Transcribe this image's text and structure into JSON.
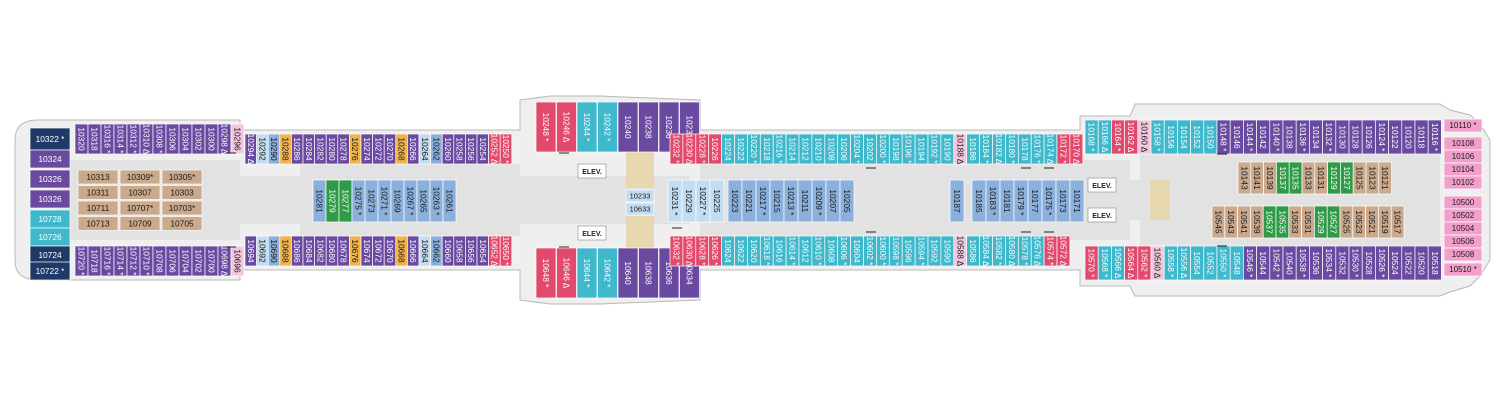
{
  "colors": {
    "purple": "#6a4aa0",
    "teal": "#3fb8cc",
    "lightblue": "#8bb0dc",
    "paleblue": "#c4dcf0",
    "pink": "#e24a6d",
    "palepink": "#f2c7de",
    "orange": "#f2b24a",
    "tan": "#caa98c",
    "green": "#2f9a48",
    "navy": "#1f3a66",
    "hull": "#efefef",
    "corridor": "#e2e2e2",
    "bow": "#f2a0cb"
  },
  "labels": {
    "elevator": "ELEV."
  },
  "rooms": {
    "top_aft": [
      {
        "t": "10320",
        "c": "purple"
      },
      {
        "t": "10318",
        "c": "purple"
      },
      {
        "t": "10316 *",
        "c": "purple"
      },
      {
        "t": "10314 *",
        "c": "purple"
      },
      {
        "t": "10312 *",
        "c": "purple"
      },
      {
        "t": "10310 Δ",
        "c": "purple"
      },
      {
        "t": "10308 *",
        "c": "purple"
      },
      {
        "t": "10306",
        "c": "purple"
      },
      {
        "t": "10304",
        "c": "purple"
      },
      {
        "t": "10302",
        "c": "purple"
      },
      {
        "t": "10300",
        "c": "purple"
      },
      {
        "t": "10298 Δ",
        "c": "purple"
      },
      {
        "t": "10296",
        "c": "palepink"
      }
    ],
    "top_aft_inner": [
      {
        "t": "10294 Δ",
        "c": "purple"
      },
      {
        "t": "10292",
        "c": "paleblue"
      },
      {
        "t": "10290",
        "c": "lightblue"
      },
      {
        "t": "10288",
        "c": "orange"
      },
      {
        "t": "10286",
        "c": "purple"
      },
      {
        "t": "10284",
        "c": "purple"
      },
      {
        "t": "10282",
        "c": "purple"
      },
      {
        "t": "10280",
        "c": "purple"
      },
      {
        "t": "10278",
        "c": "purple"
      },
      {
        "t": "10276",
        "c": "orange"
      },
      {
        "t": "10274",
        "c": "purple"
      },
      {
        "t": "10272",
        "c": "purple"
      },
      {
        "t": "10270",
        "c": "purple"
      },
      {
        "t": "10268",
        "c": "orange"
      },
      {
        "t": "10266",
        "c": "purple"
      },
      {
        "t": "10264",
        "c": "paleblue"
      },
      {
        "t": "10262",
        "c": "lightblue"
      },
      {
        "t": "10260",
        "c": "purple"
      },
      {
        "t": "10258",
        "c": "purple"
      },
      {
        "t": "10256",
        "c": "purple"
      },
      {
        "t": "10254",
        "c": "purple"
      },
      {
        "t": "10252 Δ",
        "c": "pink"
      },
      {
        "t": "10250 *",
        "c": "pink"
      }
    ],
    "top_mid_tower": [
      {
        "t": "10248 *",
        "c": "pink"
      },
      {
        "t": "10246 Δ",
        "c": "pink"
      },
      {
        "t": "10244 *",
        "c": "teal"
      },
      {
        "t": "10242 *",
        "c": "teal"
      },
      {
        "t": "10240",
        "c": "purple"
      },
      {
        "t": "10238",
        "c": "purple"
      },
      {
        "t": "10236",
        "c": "purple"
      },
      {
        "t": "10234",
        "c": "purple"
      }
    ],
    "top_fwd": [
      {
        "t": "10232 *",
        "c": "pink"
      },
      {
        "t": "10230 Δ",
        "c": "pink"
      },
      {
        "t": "10228 *",
        "c": "pink"
      },
      {
        "t": "10226",
        "c": "pink"
      },
      {
        "t": "10224",
        "c": "teal"
      },
      {
        "t": "10222",
        "c": "teal"
      },
      {
        "t": "10220 *",
        "c": "teal"
      },
      {
        "t": "10218",
        "c": "teal"
      },
      {
        "t": "10216 *",
        "c": "teal"
      },
      {
        "t": "10214",
        "c": "teal"
      },
      {
        "t": "10212",
        "c": "teal"
      },
      {
        "t": "10210",
        "c": "teal"
      },
      {
        "t": "10208",
        "c": "teal"
      },
      {
        "t": "10206",
        "c": "teal"
      },
      {
        "t": "10204 *",
        "c": "teal"
      },
      {
        "t": "10202",
        "c": "teal"
      },
      {
        "t": "10200 *",
        "c": "teal"
      },
      {
        "t": "10198",
        "c": "teal"
      },
      {
        "t": "10196 *",
        "c": "teal"
      },
      {
        "t": "10194",
        "c": "teal"
      },
      {
        "t": "10192 *",
        "c": "teal"
      },
      {
        "t": "10190",
        "c": "teal"
      },
      {
        "t": "10188 Δ",
        "c": "palepink"
      },
      {
        "t": "10186",
        "c": "teal"
      },
      {
        "t": "10184 *",
        "c": "teal"
      },
      {
        "t": "10182 Δ",
        "c": "teal"
      },
      {
        "t": "10180 *",
        "c": "teal"
      },
      {
        "t": "10178",
        "c": "teal"
      },
      {
        "t": "10176 *",
        "c": "teal"
      },
      {
        "t": "10174 Δ",
        "c": "teal"
      },
      {
        "t": "10172 *",
        "c": "pink"
      },
      {
        "t": "10170 Δ",
        "c": "pink"
      }
    ],
    "top_fwd_outer": [
      {
        "t": "10168 *",
        "c": "teal"
      },
      {
        "t": "10166 Δ",
        "c": "teal"
      },
      {
        "t": "10164 *",
        "c": "pink"
      },
      {
        "t": "10162 Δ",
        "c": "pink"
      },
      {
        "t": "10160 Δ",
        "c": "palepink"
      },
      {
        "t": "10158 *",
        "c": "teal"
      },
      {
        "t": "10156",
        "c": "teal"
      },
      {
        "t": "10154",
        "c": "teal"
      },
      {
        "t": "10152",
        "c": "teal"
      },
      {
        "t": "10150",
        "c": "teal"
      },
      {
        "t": "10148 *",
        "c": "purple"
      },
      {
        "t": "10146",
        "c": "purple"
      },
      {
        "t": "10144 *",
        "c": "purple"
      },
      {
        "t": "10142",
        "c": "purple"
      },
      {
        "t": "10140 *",
        "c": "purple"
      },
      {
        "t": "10138",
        "c": "purple"
      },
      {
        "t": "10136 *",
        "c": "purple"
      },
      {
        "t": "10134",
        "c": "purple"
      },
      {
        "t": "10132 *",
        "c": "purple"
      },
      {
        "t": "10130",
        "c": "purple"
      },
      {
        "t": "10128",
        "c": "purple"
      },
      {
        "t": "10126",
        "c": "purple"
      },
      {
        "t": "10124 *",
        "c": "purple"
      },
      {
        "t": "10122",
        "c": "purple"
      },
      {
        "t": "10120",
        "c": "purple"
      },
      {
        "t": "10118",
        "c": "purple"
      },
      {
        "t": "10116 *",
        "c": "purple"
      }
    ],
    "bot_aft": [
      {
        "t": "10720 *",
        "c": "purple"
      },
      {
        "t": "10718",
        "c": "purple"
      },
      {
        "t": "10716 *",
        "c": "purple"
      },
      {
        "t": "10714 *",
        "c": "purple"
      },
      {
        "t": "10712 *",
        "c": "purple"
      },
      {
        "t": "10710 *",
        "c": "purple"
      },
      {
        "t": "10708",
        "c": "purple"
      },
      {
        "t": "10706",
        "c": "purple"
      },
      {
        "t": "10704",
        "c": "purple"
      },
      {
        "t": "10702",
        "c": "purple"
      },
      {
        "t": "10700",
        "c": "purple"
      },
      {
        "t": "10698 Δ",
        "c": "purple"
      },
      {
        "t": "10696",
        "c": "palepink"
      }
    ],
    "bot_aft_inner": [
      {
        "t": "10694",
        "c": "purple"
      },
      {
        "t": "10692",
        "c": "paleblue"
      },
      {
        "t": "10690",
        "c": "lightblue"
      },
      {
        "t": "10688",
        "c": "orange"
      },
      {
        "t": "10686",
        "c": "purple"
      },
      {
        "t": "10684",
        "c": "purple"
      },
      {
        "t": "10682",
        "c": "purple"
      },
      {
        "t": "10680",
        "c": "purple"
      },
      {
        "t": "10678",
        "c": "purple"
      },
      {
        "t": "10676",
        "c": "orange"
      },
      {
        "t": "10674",
        "c": "purple"
      },
      {
        "t": "10672",
        "c": "purple"
      },
      {
        "t": "10670",
        "c": "purple"
      },
      {
        "t": "10668",
        "c": "orange"
      },
      {
        "t": "10666",
        "c": "purple"
      },
      {
        "t": "10664",
        "c": "paleblue"
      },
      {
        "t": "10662",
        "c": "lightblue"
      },
      {
        "t": "10660",
        "c": "purple"
      },
      {
        "t": "10658",
        "c": "purple"
      },
      {
        "t": "10656",
        "c": "purple"
      },
      {
        "t": "10654",
        "c": "purple"
      },
      {
        "t": "10652 Δ",
        "c": "pink"
      },
      {
        "t": "10650 *",
        "c": "pink"
      }
    ],
    "bot_mid_tower": [
      {
        "t": "10648 *",
        "c": "pink"
      },
      {
        "t": "10646 Δ",
        "c": "pink"
      },
      {
        "t": "10644 *",
        "c": "teal"
      },
      {
        "t": "10642 *",
        "c": "teal"
      },
      {
        "t": "10640",
        "c": "purple"
      },
      {
        "t": "10638",
        "c": "purple"
      },
      {
        "t": "10636",
        "c": "purple"
      },
      {
        "t": "10634",
        "c": "purple"
      }
    ],
    "bot_fwd": [
      {
        "t": "10632 *",
        "c": "pink"
      },
      {
        "t": "10630 Δ",
        "c": "pink"
      },
      {
        "t": "10628 *",
        "c": "pink"
      },
      {
        "t": "10626 *",
        "c": "pink"
      },
      {
        "t": "10624",
        "c": "teal"
      },
      {
        "t": "10622",
        "c": "teal"
      },
      {
        "t": "10620",
        "c": "teal"
      },
      {
        "t": "10618 *",
        "c": "teal"
      },
      {
        "t": "10616",
        "c": "teal"
      },
      {
        "t": "10614 *",
        "c": "teal"
      },
      {
        "t": "10612",
        "c": "teal"
      },
      {
        "t": "10610 *",
        "c": "teal"
      },
      {
        "t": "10608",
        "c": "teal"
      },
      {
        "t": "10606 *",
        "c": "teal"
      },
      {
        "t": "10604",
        "c": "teal"
      },
      {
        "t": "10602 *",
        "c": "teal"
      },
      {
        "t": "10600 *",
        "c": "teal"
      },
      {
        "t": "10598 *",
        "c": "teal"
      },
      {
        "t": "10596",
        "c": "teal"
      },
      {
        "t": "10594 *",
        "c": "teal"
      },
      {
        "t": "10592",
        "c": "teal"
      },
      {
        "t": "10590",
        "c": "teal"
      },
      {
        "t": "10588 Δ",
        "c": "palepink"
      },
      {
        "t": "10586",
        "c": "teal"
      },
      {
        "t": "10584 Δ",
        "c": "teal"
      },
      {
        "t": "10582 *",
        "c": "teal"
      },
      {
        "t": "10580 Δ",
        "c": "teal"
      },
      {
        "t": "10578 *",
        "c": "teal"
      },
      {
        "t": "10576 Δ",
        "c": "teal"
      },
      {
        "t": "10574 *",
        "c": "pink"
      },
      {
        "t": "10572 Δ",
        "c": "pink"
      }
    ],
    "bot_fwd_outer": [
      {
        "t": "10570 *",
        "c": "pink"
      },
      {
        "t": "10568 *",
        "c": "teal"
      },
      {
        "t": "10566 Δ",
        "c": "teal"
      },
      {
        "t": "10564 Δ",
        "c": "pink"
      },
      {
        "t": "10562 *",
        "c": "pink"
      },
      {
        "t": "10560 Δ",
        "c": "palepink"
      },
      {
        "t": "10558 *",
        "c": "teal"
      },
      {
        "t": "10556 Δ",
        "c": "teal"
      },
      {
        "t": "10554",
        "c": "teal"
      },
      {
        "t": "10552",
        "c": "teal"
      },
      {
        "t": "10550 *",
        "c": "teal"
      },
      {
        "t": "10548",
        "c": "teal"
      },
      {
        "t": "10546 *",
        "c": "purple"
      },
      {
        "t": "10544",
        "c": "purple"
      },
      {
        "t": "10542 *",
        "c": "purple"
      },
      {
        "t": "10540",
        "c": "purple"
      },
      {
        "t": "10538 *",
        "c": "purple"
      },
      {
        "t": "10536",
        "c": "purple"
      },
      {
        "t": "10534 *",
        "c": "purple"
      },
      {
        "t": "10532",
        "c": "purple"
      },
      {
        "t": "10530 *",
        "c": "purple"
      },
      {
        "t": "10528",
        "c": "purple"
      },
      {
        "t": "10526 *",
        "c": "purple"
      },
      {
        "t": "10524",
        "c": "purple"
      },
      {
        "t": "10522",
        "c": "purple"
      },
      {
        "t": "10520",
        "c": "purple"
      },
      {
        "t": "10518",
        "c": "purple"
      }
    ],
    "aft_end": [
      {
        "t": "10322 *",
        "c": "navy"
      },
      {
        "t": "10324",
        "c": "purple"
      },
      {
        "t": "10326",
        "c": "purple"
      },
      {
        "t": "10326",
        "c": "purple"
      },
      {
        "t": "10728",
        "c": "teal"
      },
      {
        "t": "10726",
        "c": "teal"
      },
      {
        "t": "10724",
        "c": "navy"
      },
      {
        "t": "10722 *",
        "c": "navy"
      }
    ],
    "aft_interior": [
      {
        "t": "10313",
        "c": "tan"
      },
      {
        "t": "10309*",
        "c": "tan"
      },
      {
        "t": "10305*",
        "c": "tan"
      },
      {
        "t": "10311",
        "c": "tan"
      },
      {
        "t": "10307",
        "c": "tan"
      },
      {
        "t": "10303",
        "c": "tan"
      },
      {
        "t": "10711",
        "c": "tan"
      },
      {
        "t": "10707*",
        "c": "tan"
      },
      {
        "t": "10703*",
        "c": "tan"
      },
      {
        "t": "10713",
        "c": "tan"
      },
      {
        "t": "10709",
        "c": "tan"
      },
      {
        "t": "10705",
        "c": "tan"
      }
    ],
    "mid_interior_top": [
      {
        "t": "10281",
        "c": "lightblue"
      },
      {
        "t": "10279",
        "c": "green"
      },
      {
        "t": "10277",
        "c": "green"
      },
      {
        "t": "10275 *",
        "c": "lightblue"
      },
      {
        "t": "10273",
        "c": "lightblue"
      },
      {
        "t": "10271 *",
        "c": "lightblue"
      },
      {
        "t": "10269",
        "c": "lightblue"
      },
      {
        "t": "10267 *",
        "c": "lightblue"
      },
      {
        "t": "10265",
        "c": "lightblue"
      },
      {
        "t": "10263 *",
        "c": "lightblue"
      },
      {
        "t": "10261",
        "c": "lightblue"
      }
    ],
    "elev_block": [
      {
        "t": "10233",
        "c": "paleblue"
      },
      {
        "t": "10633",
        "c": "paleblue"
      }
    ],
    "fwd_interior_a": [
      {
        "t": "10231 *",
        "c": "paleblue"
      },
      {
        "t": "10229",
        "c": "paleblue"
      },
      {
        "t": "10227 *",
        "c": "paleblue"
      },
      {
        "t": "10225",
        "c": "paleblue"
      }
    ],
    "fwd_interior_b": [
      {
        "t": "10223",
        "c": "lightblue"
      },
      {
        "t": "10221",
        "c": "lightblue"
      },
      {
        "t": "10217 *",
        "c": "lightblue"
      },
      {
        "t": "10215",
        "c": "lightblue"
      },
      {
        "t": "10213 *",
        "c": "lightblue"
      },
      {
        "t": "10211",
        "c": "lightblue"
      },
      {
        "t": "10209 *",
        "c": "lightblue"
      },
      {
        "t": "10207",
        "c": "lightblue"
      },
      {
        "t": "10205",
        "c": "lightblue"
      }
    ],
    "fwd_interior_c": [
      {
        "t": "10187",
        "c": "lightblue"
      }
    ],
    "fwd_interior_d": [
      {
        "t": "10185",
        "c": "lightblue"
      },
      {
        "t": "10183 *",
        "c": "lightblue"
      },
      {
        "t": "10181",
        "c": "lightblue"
      },
      {
        "t": "10179 *",
        "c": "lightblue"
      },
      {
        "t": "10177",
        "c": "lightblue"
      },
      {
        "t": "10175 *",
        "c": "lightblue"
      },
      {
        "t": "10173",
        "c": "lightblue"
      },
      {
        "t": "10171",
        "c": "lightblue"
      }
    ],
    "bow_top": [
      {
        "t": "10143",
        "c": "tan"
      },
      {
        "t": "10141",
        "c": "tan"
      },
      {
        "t": "10139",
        "c": "tan"
      },
      {
        "t": "10137",
        "c": "green"
      },
      {
        "t": "10135",
        "c": "green"
      },
      {
        "t": "10133",
        "c": "tan"
      },
      {
        "t": "10131",
        "c": "tan"
      },
      {
        "t": "10129",
        "c": "green"
      },
      {
        "t": "10127",
        "c": "green"
      },
      {
        "t": "10125",
        "c": "tan"
      },
      {
        "t": "10123",
        "c": "tan"
      },
      {
        "t": "10121",
        "c": "tan"
      }
    ],
    "bow_bot": [
      {
        "t": "10545",
        "c": "tan"
      },
      {
        "t": "10543",
        "c": "tan"
      },
      {
        "t": "10541",
        "c": "tan"
      },
      {
        "t": "10539",
        "c": "tan"
      },
      {
        "t": "10537",
        "c": "green"
      },
      {
        "t": "10535",
        "c": "green"
      },
      {
        "t": "10533",
        "c": "tan"
      },
      {
        "t": "10531",
        "c": "tan"
      },
      {
        "t": "10529",
        "c": "green"
      },
      {
        "t": "10527",
        "c": "green"
      },
      {
        "t": "10525",
        "c": "tan"
      },
      {
        "t": "10523",
        "c": "tan"
      },
      {
        "t": "10521",
        "c": "tan"
      },
      {
        "t": "10519",
        "c": "tan"
      },
      {
        "t": "10517",
        "c": "tan"
      }
    ],
    "bow_tip": [
      {
        "t": "10110 *",
        "c": "bow"
      },
      {
        "t": "10108",
        "c": "bow"
      },
      {
        "t": "10106",
        "c": "bow"
      },
      {
        "t": "10104",
        "c": "bow"
      },
      {
        "t": "10102",
        "c": "bow"
      },
      {
        "t": "10500",
        "c": "bow"
      },
      {
        "t": "10502",
        "c": "bow"
      },
      {
        "t": "10504",
        "c": "bow"
      },
      {
        "t": "10506",
        "c": "bow"
      },
      {
        "t": "10508",
        "c": "bow"
      },
      {
        "t": "10510 *",
        "c": "bow"
      }
    ]
  }
}
